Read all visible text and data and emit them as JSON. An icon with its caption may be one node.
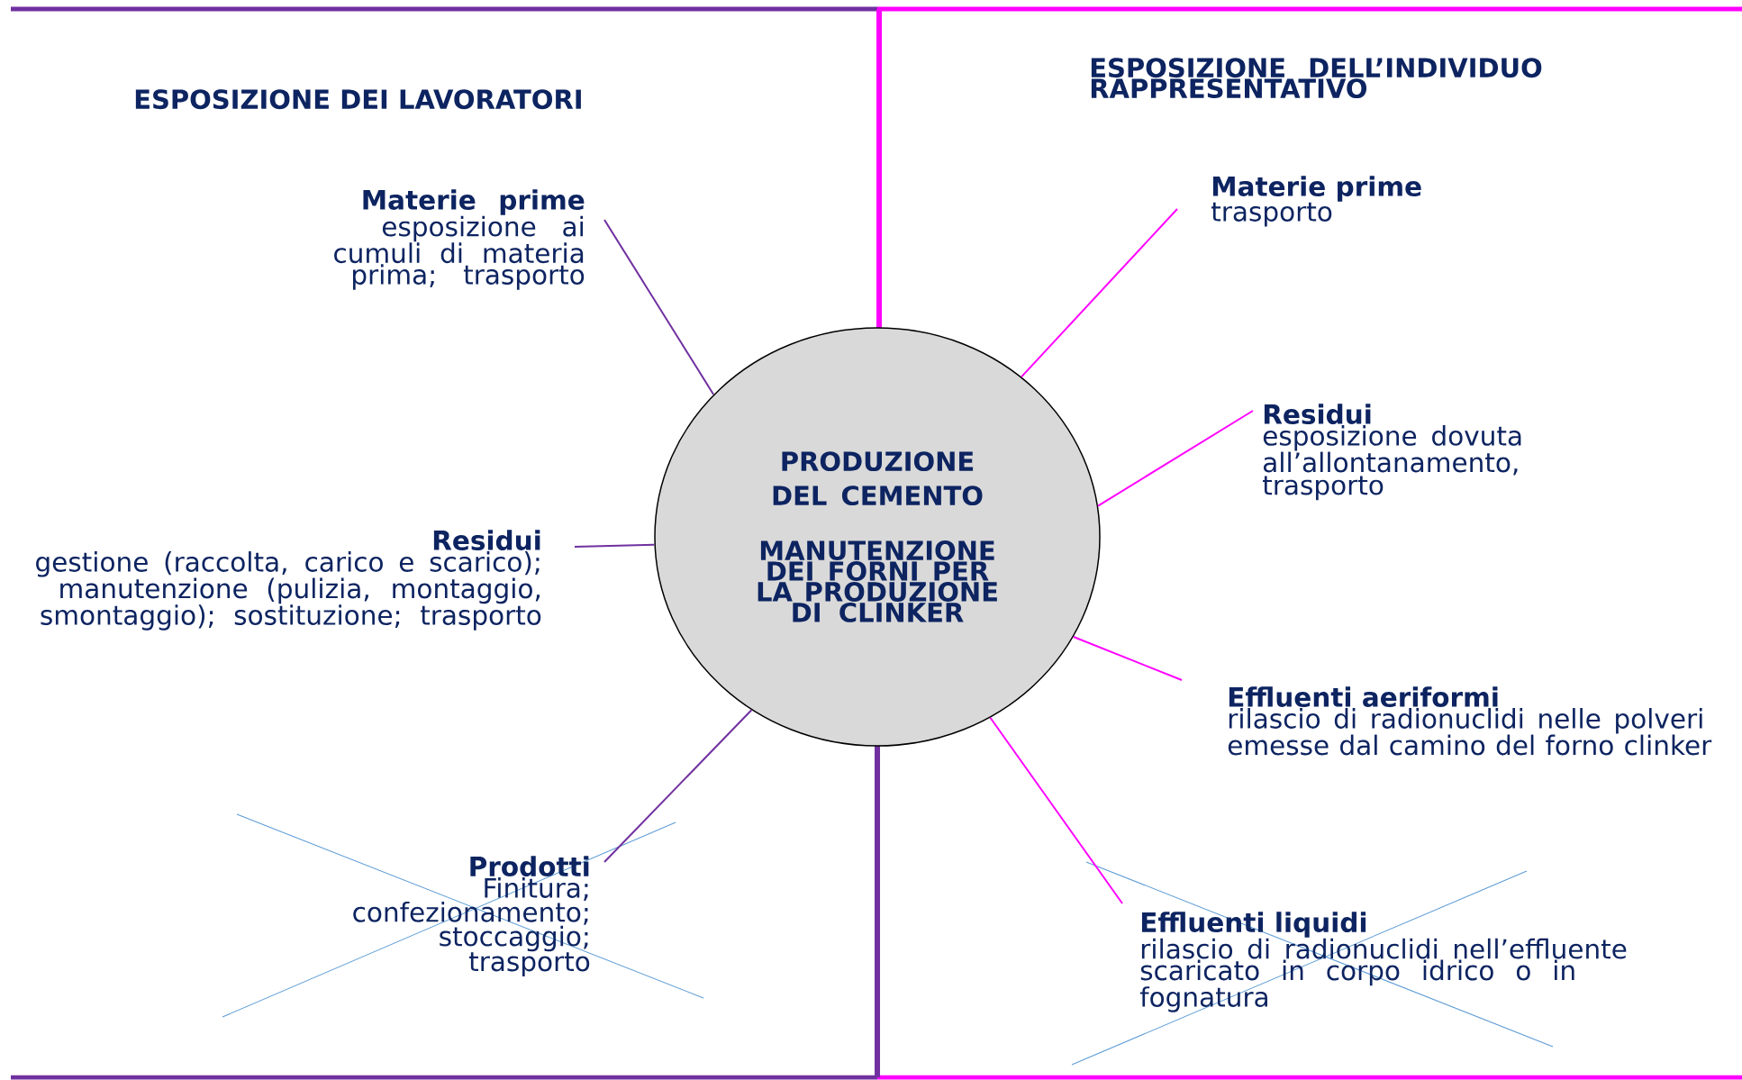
{
  "diagram": {
    "nodes": [
      {
        "text": [
          "PRODUZIONE DEL CEMENTO",
          "MANUTENZIONE DEI FORNI PER LA PRODUZIONE DI CLINKER"
        ]
      },
      {
        "text": [
          "Materie prime",
          "esposizione ai cumuli di materia prima; trasporto"
        ]
      },
      {
        "text": [
          "Residui",
          "gestione (raccolta, carico e scarico); manutenzione (pulizia, montaggio, smontaggio); sostituzione; trasporto"
        ]
      },
      {
        "text": [
          "Prodotti",
          "Finitura; confezionamento; stoccaggio; trasporto"
        ]
      },
      {
        "text": [
          "Materie prime",
          "trasporto"
        ]
      },
      {
        "text": [
          "Residui",
          "esposizione dovuta all’allontanamento, trasporto"
        ]
      },
      {
        "text": [
          "Effluenti aeriformi",
          "rilascio di radionuclidi nelle polveri emesse dal camino del forno clinker"
        ]
      },
      {
        "text": [
          "Effluenti liquidi",
          "rilascio di radionuclidi nell’effluente scaricato in corpo idrico o in fognatura"
        ]
      }
    ],
    "edges": [
      {
        "from": 1,
        "to": 0,
        "arrow": "none",
        "color": "#7030a0"
      },
      {
        "from": 2,
        "to": 0,
        "arrow": "none",
        "color": "#7030a0"
      },
      {
        "from": 3,
        "to": 0,
        "arrow": "none",
        "color": "#7030a0"
      },
      {
        "from": 4,
        "to": 0,
        "arrow": "none",
        "color": "#ff00ff"
      },
      {
        "from": 5,
        "to": 0,
        "arrow": "none",
        "color": "#ff00ff"
      },
      {
        "from": 6,
        "to": 0,
        "arrow": "none",
        "color": "#ff00ff"
      },
      {
        "from": 7,
        "to": 0,
        "arrow": "none",
        "color": "#ff00ff"
      }
    ],
    "labels": [
      "ESPOSIZIONE DEI LAVORATORI",
      "ESPOSIZIONE DELL’INDIVIDUO RAPPRESENTATIVO"
    ]
  }
}
